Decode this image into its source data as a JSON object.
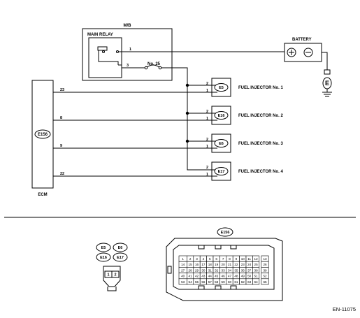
{
  "diagram": {
    "mb": {
      "title": "M/B",
      "relay_label": "MAIN RELAY",
      "pin_1": "1",
      "pin_3": "3",
      "fuse_label": "No. 25"
    },
    "battery": {
      "label": "BATTERY",
      "ground_letter": "E"
    },
    "ecm": {
      "label": "ECM",
      "connector": "E156",
      "pins": [
        "23",
        "8",
        "9",
        "22"
      ]
    },
    "injectors": [
      {
        "connector": "E5",
        "name": "FUEL INJECTOR No. 1",
        "pin_top": "2",
        "pin_bottom": "1"
      },
      {
        "connector": "E16",
        "name": "FUEL INJECTOR No. 2",
        "pin_top": "2",
        "pin_bottom": "1"
      },
      {
        "connector": "E6",
        "name": "FUEL INJECTOR No. 3",
        "pin_top": "2",
        "pin_bottom": "1"
      },
      {
        "connector": "E17",
        "name": "FUEL INJECTOR No. 4",
        "pin_top": "2",
        "pin_bottom": "1"
      }
    ],
    "small_connector": {
      "ids": [
        "E5",
        "E6",
        "E16",
        "E17"
      ],
      "pins": [
        "1",
        "2"
      ]
    },
    "large_connector": {
      "id": "E156",
      "rows": [
        [
          "1",
          "2",
          "3",
          "4",
          "5",
          "6",
          "7",
          "8",
          "9",
          "10",
          "11",
          "12",
          "13"
        ],
        [
          "14",
          "15",
          "16",
          "17",
          "18",
          "19",
          "20",
          "21",
          "22",
          "23",
          "24",
          "25",
          "26"
        ],
        [
          "27",
          "28",
          "29",
          "30",
          "31",
          "32",
          "33",
          "34",
          "35",
          "36",
          "37",
          "38",
          "39"
        ],
        [
          "40",
          "41",
          "42",
          "43",
          "44",
          "45",
          "46",
          "47",
          "48",
          "49",
          "50",
          "51",
          "52"
        ],
        [
          "53",
          "54",
          "55",
          "56",
          "57",
          "58",
          "59",
          "60",
          "61",
          "62",
          "63",
          "64",
          "65"
        ]
      ]
    },
    "figure_ref": "EN-11075"
  }
}
